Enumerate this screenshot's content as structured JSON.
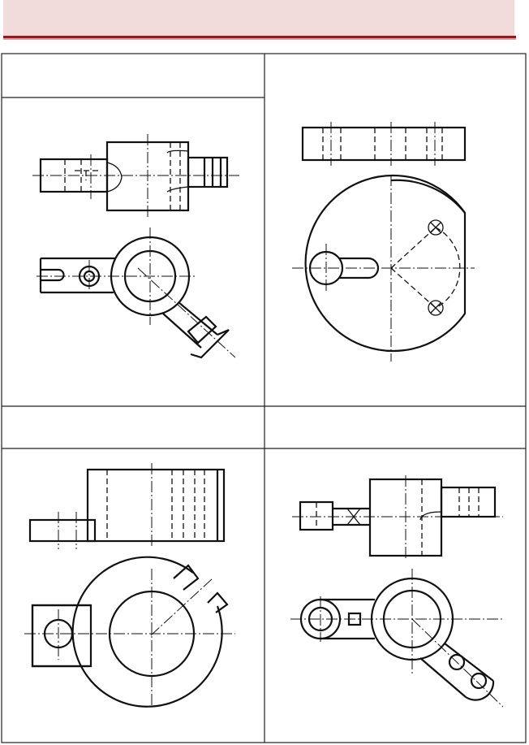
{
  "document": {
    "header_fill_color": "#f2dcdb",
    "header_rule_color": "#8b1e1e",
    "cells": [
      {
        "label": "",
        "drawing": "fork-arm-part-front-and-top-view"
      },
      {
        "label": "",
        "drawing": "round-plate-with-keyhole-slot-two-views"
      },
      {
        "label": "",
        "drawing": "split-ring-clamp-two-views"
      },
      {
        "label": "",
        "drawing": "bracket-with-slotted-arm-two-views"
      }
    ]
  }
}
